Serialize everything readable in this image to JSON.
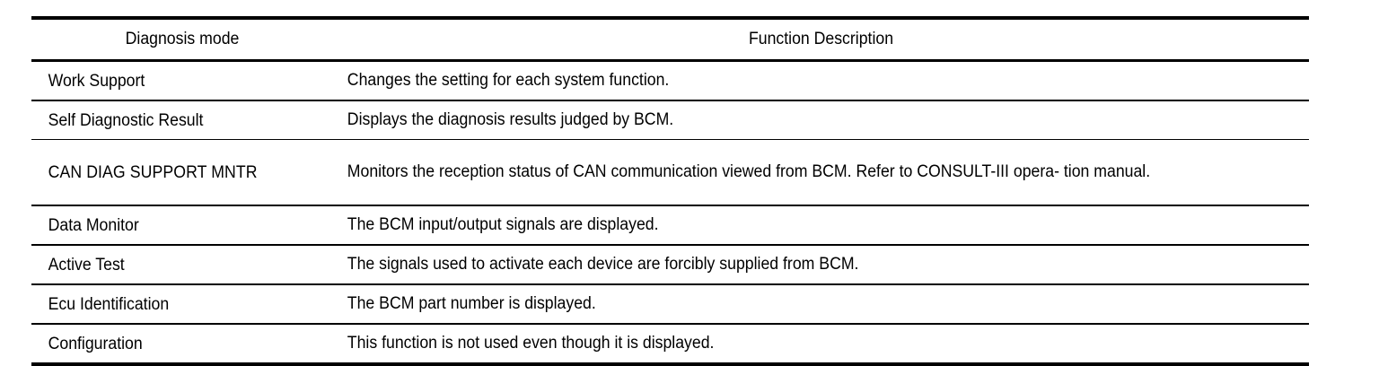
{
  "table": {
    "name": "diagnosis-mode-function-description",
    "columns": [
      {
        "key": "mode",
        "header": "Diagnosis mode",
        "align": "center"
      },
      {
        "key": "description",
        "header": "Function Description",
        "align": "center"
      }
    ],
    "rows": [
      {
        "mode": "Work Support",
        "description": "Changes the setting for each system function."
      },
      {
        "mode": "Self Diagnostic Result",
        "description": "Displays the diagnosis results judged by BCM."
      },
      {
        "mode": "CAN DIAG SUPPORT MNTR",
        "description": "Monitors the reception status of CAN communication viewed from BCM. Refer to CONSULT-III opera- tion manual."
      },
      {
        "mode": "Data Monitor",
        "description": "The BCM input/output signals are displayed."
      },
      {
        "mode": "Active Test",
        "description": "The signals used to activate each device are forcibly supplied from BCM."
      },
      {
        "mode": "Ecu Identification",
        "description": "The BCM part number is displayed."
      },
      {
        "mode": "Configuration",
        "description": "This function is not used even though it is displayed."
      }
    ]
  },
  "colors": {
    "background": "#ffffff",
    "text": "#000000",
    "rule": "#000000"
  }
}
